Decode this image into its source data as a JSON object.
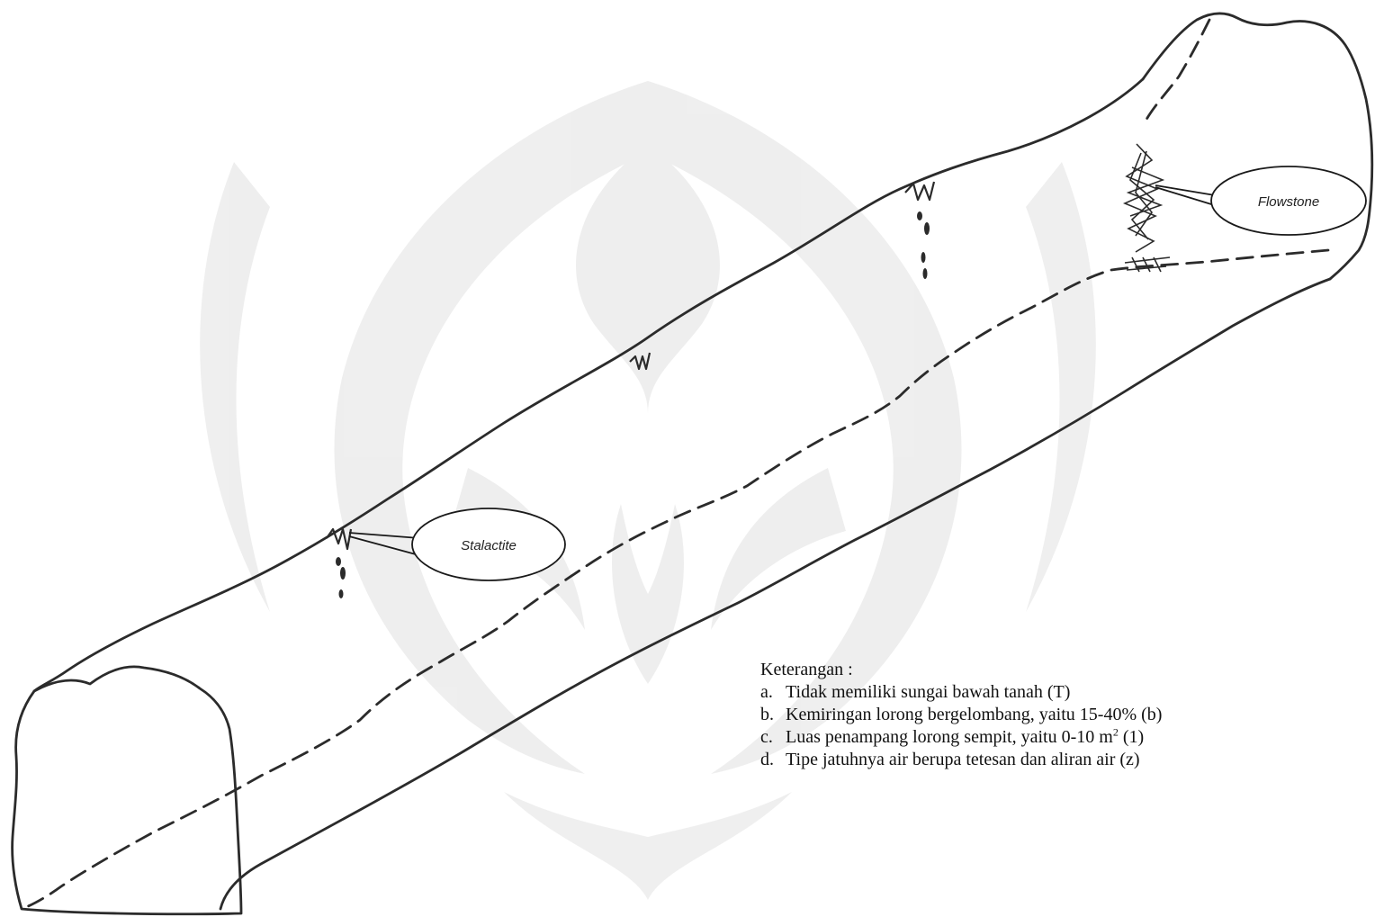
{
  "callouts": {
    "flowstone": "Flowstone",
    "stalactite": "Stalactite"
  },
  "legend": {
    "title": "Keterangan :",
    "items": [
      {
        "marker": "a.",
        "text": "Tidak memiliki sungai bawah tanah (T)",
        "superscript": "",
        "suffix": ""
      },
      {
        "marker": "b.",
        "text": "Kemiringan lorong bergelombang, yaitu 15-40% (b)",
        "superscript": "",
        "suffix": ""
      },
      {
        "marker": "c.",
        "text": "Luas penampang lorong sempit, yaitu 0-10 m",
        "superscript": "2",
        "suffix": " (1)"
      },
      {
        "marker": "d.",
        "text": "Tipe jatuhnya air berupa tetesan dan aliran air (z)",
        "superscript": "",
        "suffix": ""
      }
    ]
  },
  "colors": {
    "ink": "#2b2b2b",
    "watermark": "#ededed",
    "paper": "#ffffff"
  }
}
